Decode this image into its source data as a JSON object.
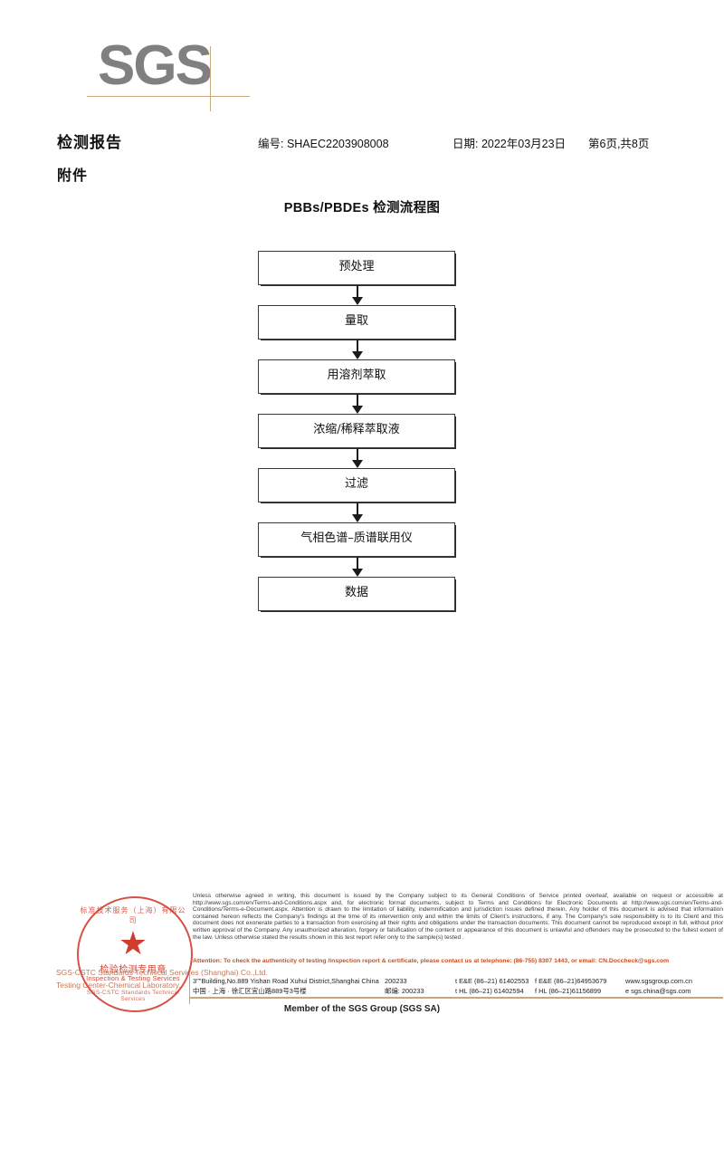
{
  "logo": {
    "text": "SGS"
  },
  "header": {
    "title": "检测报告",
    "subtitle": "附件",
    "report_no": "编号: SHAEC2203908008",
    "date": "日期: 2022年03月23日",
    "page": "第6页,共8页"
  },
  "flow": {
    "title": "PBBs/PBDEs 检测流程图",
    "steps": [
      {
        "label": "预处理"
      },
      {
        "label": "量取"
      },
      {
        "label": "用溶剂萃取"
      },
      {
        "label": "浓缩/稀释萃取液"
      },
      {
        "label": "过滤"
      },
      {
        "label": "气相色谱–质谱联用仪"
      },
      {
        "label": "数据"
      }
    ]
  },
  "stamp": {
    "arc_top": "标准技术服务（上海）有限公司",
    "cn_label": "检验检测专用章",
    "en_label": "Inspection & Testing Services",
    "arc_bottom": "SGS-CSTC Standards Technical Services",
    "lab_line1": "SGS-CSTC Standards Technical Services (Shanghai) Co.,Ltd.",
    "lab_line2": "Testing Center-Chemical Laboratory."
  },
  "footer": {
    "disclaimer": "Unless otherwise agreed in writing, this document is issued by the Company subject to its General Conditions of Service printed overleaf, available on request or accessible at http://www.sgs.com/en/Terms-and-Conditions.aspx and, for electronic format documents, subject to Terms and Conditions for Electronic Documents at http://www.sgs.com/en/Terms-and-Conditions/Terms-e-Document.aspx. Attention is drawn to the limitation of liability, indemnification and jurisdiction issues defined therein. Any holder of this document is advised that information contained hereon reflects the Company's findings at the time of its intervention only and within the limits of Client's instructions, if any. The Company's sole responsibility is to its Client and this document does not exonerate parties to a transaction from exercising all their rights and obligations under the transaction documents. This document cannot be reproduced except in full, without prior written approval of the Company. Any unauthorized alteration, forgery or falsification of the content or appearance of this document is unlawful and offenders may be prosecuted to the fullest extent of the law. Unless otherwise stated the results shown in this test report refer only to the sample(s) tested .",
    "attention": "Attention: To check the authenticity of testing /inspection report & certificate, please contact us at telephone: (86-755) 8307 1443, or email: CN.Doccheck@sgs.com",
    "address_rows": [
      {
        "address": "3\"\"Building,No.889 Yishan Road Xuhui District,Shanghai China",
        "zip": "200233",
        "tel": "t E&E (86–21) 61402553",
        "fax": "f E&E (86–21)64953679",
        "web": "www.sgsgroup.com.cn"
      },
      {
        "address": "中国 · 上海 · 徐汇区宜山路889号3号楼",
        "zip": "邮编: 200233",
        "tel": "t HL (86–21) 61402594",
        "fax": "f HL (86–21)61156899",
        "web": "e sgs.china@sgs.com"
      }
    ],
    "member": "Member of the SGS Group (SGS SA)"
  }
}
